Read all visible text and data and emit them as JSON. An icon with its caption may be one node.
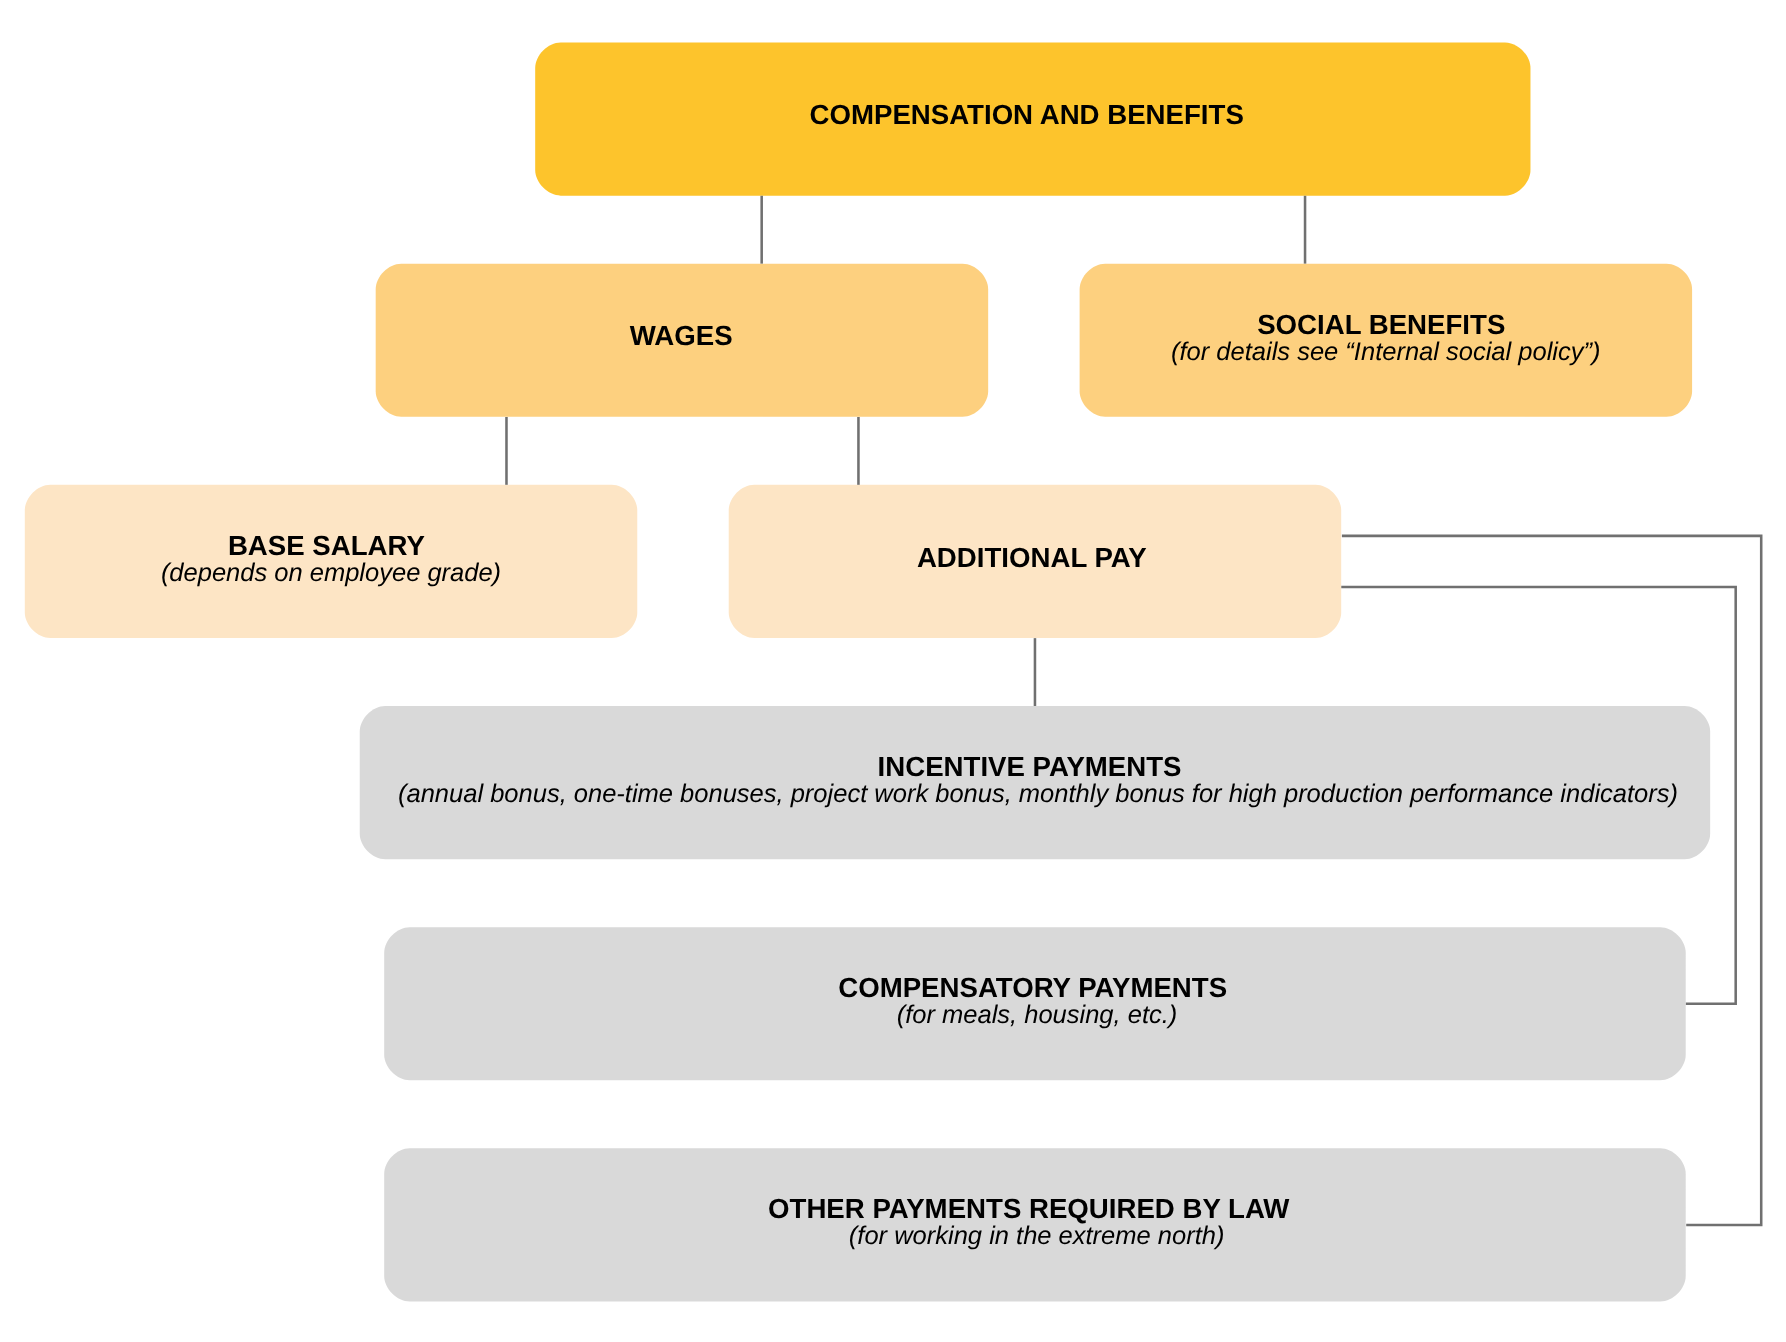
{
  "diagram": {
    "nodes": [
      {
        "text": [
          "COMPENSATION AND BENEFITS"
        ]
      },
      {
        "text": [
          "WAGES"
        ]
      },
      {
        "text": [
          "SOCIAL BENEFITS",
          "(for details see “Internal social policy”)"
        ]
      },
      {
        "text": [
          "BASE SALARY",
          "(depends on employee grade)"
        ]
      },
      {
        "text": [
          "ADDITIONAL PAY"
        ]
      },
      {
        "text": [
          "INCENTIVE PAYMENTS",
          "(annual bonus, one-time bonuses, project work bonus, monthly bonus for high production performance indicators)"
        ]
      },
      {
        "text": [
          "COMPENSATORY PAYMENTS",
          "(for meals, housing, etc.)"
        ]
      },
      {
        "text": [
          "OTHER PAYMENTS REQUIRED BY LAW",
          "(for working in the extreme north)"
        ]
      }
    ],
    "edges": [
      {
        "from": 0,
        "to": 1,
        "arrow": "none"
      },
      {
        "from": 0,
        "to": 2,
        "arrow": "none"
      },
      {
        "from": 1,
        "to": 3,
        "arrow": "none"
      },
      {
        "from": 1,
        "to": 4,
        "arrow": "none"
      },
      {
        "from": 4,
        "to": 5,
        "arrow": "none"
      },
      {
        "from": 4,
        "to": 6,
        "arrow": "none"
      },
      {
        "from": 4,
        "to": 7,
        "arrow": "none"
      }
    ]
  }
}
